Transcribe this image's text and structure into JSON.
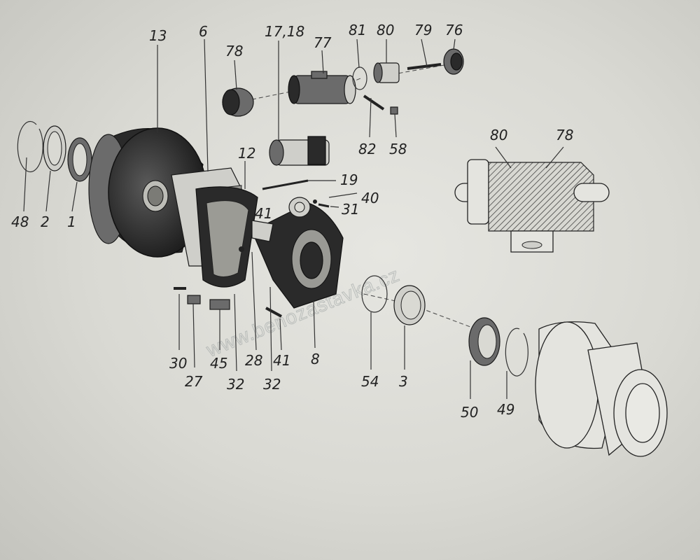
{
  "watermark": "www.benozastavka.cz",
  "labels": {
    "l13": "13",
    "l6": "6",
    "l1718": "17,18",
    "l78a": "78",
    "l77": "77",
    "l81": "81",
    "l80a": "80",
    "l79": "79",
    "l76": "76",
    "l82": "82",
    "l58": "58",
    "l12": "12",
    "l19": "19",
    "l40": "40",
    "l31": "31",
    "l41a": "41",
    "l48": "48",
    "l2": "2",
    "l1": "1",
    "l80b": "80",
    "l78b": "78",
    "l30": "30",
    "l27": "27",
    "l45": "45",
    "l32a": "32",
    "l28": "28",
    "l41b": "41",
    "l32b": "32",
    "l8": "8",
    "l54": "54",
    "l3": "3",
    "l50": "50",
    "l49": "49"
  }
}
